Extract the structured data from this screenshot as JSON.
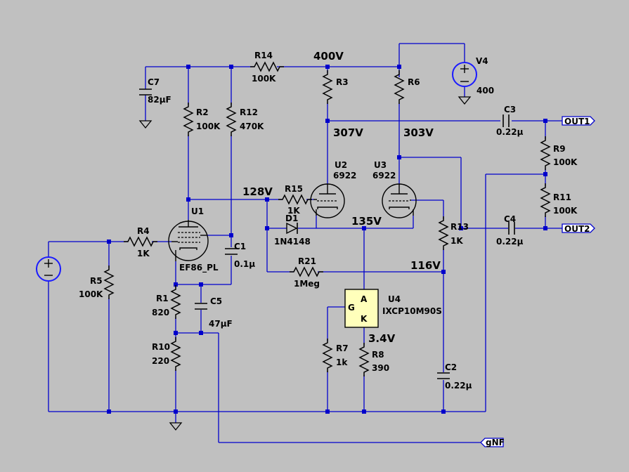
{
  "components": {
    "R1": {
      "ref": "R1",
      "value": "820"
    },
    "R2": {
      "ref": "R2",
      "value": "100K"
    },
    "R3": {
      "ref": "R3",
      "value": ""
    },
    "R4": {
      "ref": "R4",
      "value": "1K"
    },
    "R5": {
      "ref": "R5",
      "value": "100K"
    },
    "R6": {
      "ref": "R6",
      "value": ""
    },
    "R7": {
      "ref": "R7",
      "value": "1k"
    },
    "R8": {
      "ref": "R8",
      "value": "390"
    },
    "R9": {
      "ref": "R9",
      "value": "100K"
    },
    "R10": {
      "ref": "R10",
      "value": "220"
    },
    "R11": {
      "ref": "R11",
      "value": "100K"
    },
    "R12": {
      "ref": "R12",
      "value": "470K"
    },
    "R13": {
      "ref": "R13",
      "value": "1K"
    },
    "R14": {
      "ref": "R14",
      "value": "100K"
    },
    "R15": {
      "ref": "R15",
      "value": "1K"
    },
    "R21": {
      "ref": "R21",
      "value": "1Meg"
    },
    "C1": {
      "ref": "C1",
      "value": "0.1µ"
    },
    "C2": {
      "ref": "C2",
      "value": "0.22µ"
    },
    "C3": {
      "ref": "C3",
      "value": "0.22µ"
    },
    "C4": {
      "ref": "C4",
      "value": "0.22µ"
    },
    "C5": {
      "ref": "C5",
      "value": "47µF"
    },
    "C7": {
      "ref": "C7",
      "value": "82µF"
    },
    "D1": {
      "ref": "D1",
      "value": "1N4148"
    },
    "U1": {
      "ref": "U1",
      "value": "EF86_PL"
    },
    "U2": {
      "ref": "U2",
      "value": "6922"
    },
    "U3": {
      "ref": "U3",
      "value": "6922"
    },
    "U4": {
      "ref": "U4",
      "value": "IXCP10M90S",
      "pin_g": "G",
      "pin_a": "A",
      "pin_k": "K"
    },
    "V4": {
      "ref": "V4",
      "value": "400"
    }
  },
  "voltages": {
    "v400": "400V",
    "v307": "307V",
    "v303": "303V",
    "v128": "128V",
    "v135": "135V",
    "v116": "116V",
    "v3_4": "3.4V"
  },
  "ports": {
    "out1": "OUT1",
    "out2": "OUT2",
    "gnf": "gNF"
  },
  "colors": {
    "background": "#c0c0c0",
    "wire": "#0000cc",
    "component": "#000000",
    "source": "#1a1aff",
    "ic_fill": "#ffffbb"
  }
}
